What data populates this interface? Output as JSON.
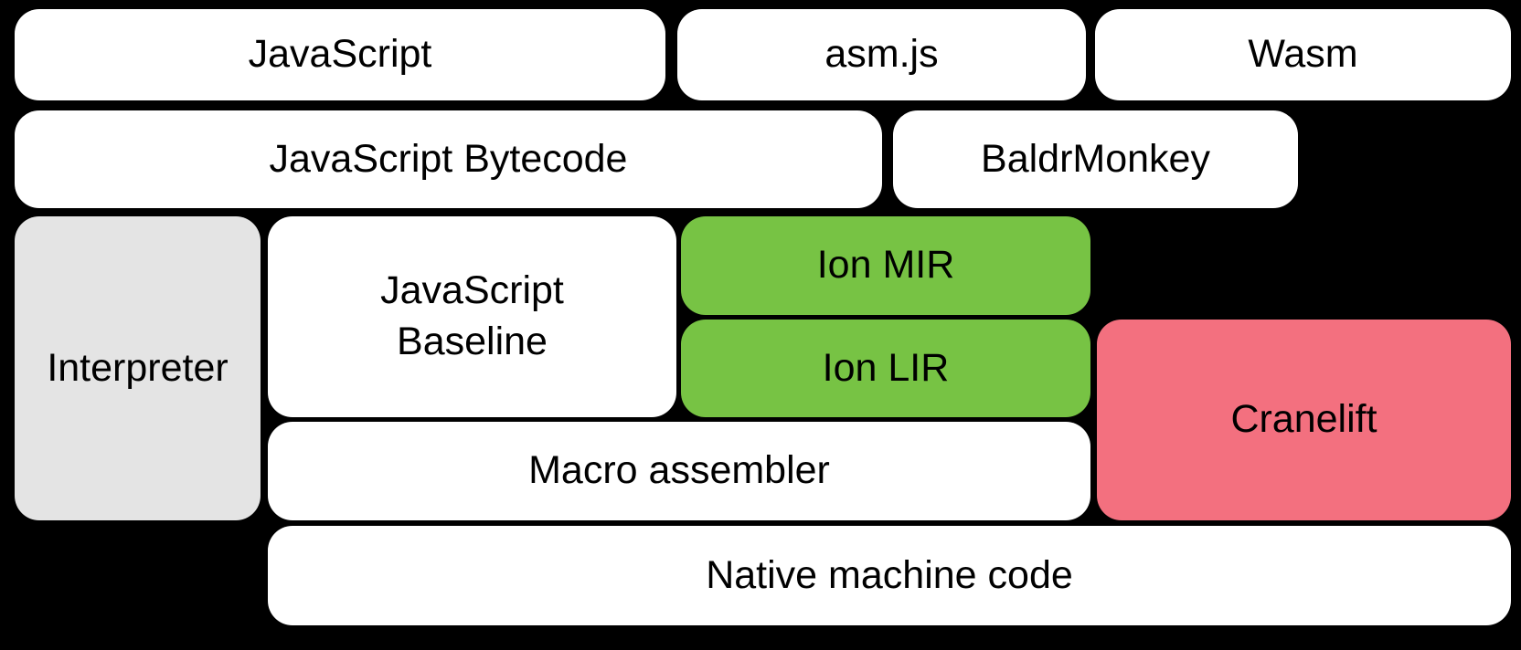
{
  "diagram": {
    "background_color": "#000000",
    "colors": {
      "box_white": "#ffffff",
      "box_gray": "#e4e4e4",
      "box_green": "#77c344",
      "box_pink": "#f3707f",
      "text": "#000000"
    },
    "nodes": {
      "javascript": {
        "label": "JavaScript",
        "color": "#ffffff"
      },
      "asmjs": {
        "label": "asm.js",
        "color": "#ffffff"
      },
      "wasm": {
        "label": "Wasm",
        "color": "#ffffff"
      },
      "bytecode": {
        "label": "JavaScript Bytecode",
        "color": "#ffffff"
      },
      "baldrmonkey": {
        "label": "BaldrMonkey",
        "color": "#ffffff"
      },
      "interpreter": {
        "label": "Interpreter",
        "color": "#e4e4e4"
      },
      "baseline": {
        "label": "JavaScript Baseline",
        "color": "#ffffff"
      },
      "ion_mir": {
        "label": "Ion MIR",
        "color": "#77c344"
      },
      "ion_lir": {
        "label": "Ion LIR",
        "color": "#77c344"
      },
      "cranelift": {
        "label": "Cranelift",
        "color": "#f3707f"
      },
      "macro_assembler": {
        "label": "Macro assembler",
        "color": "#ffffff"
      },
      "native_machine_code": {
        "label": "Native machine code",
        "color": "#ffffff"
      }
    }
  }
}
